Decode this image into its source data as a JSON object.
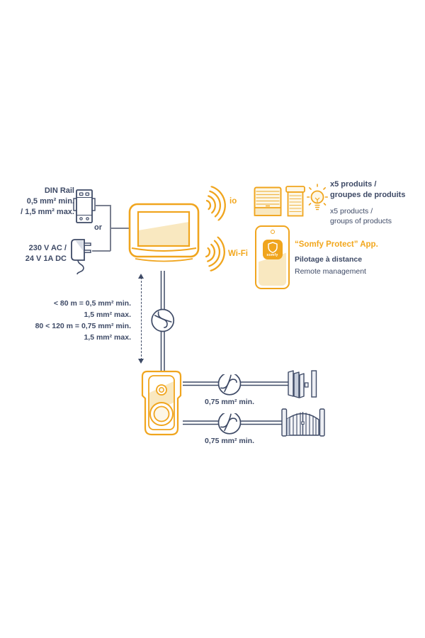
{
  "colors": {
    "navy": "#3e4a66",
    "orange": "#f0a51e",
    "orange_text": "#f2a71d",
    "cream": "#f9e8c0",
    "pale_icon_fill": "#fdf7e7",
    "gray_connector": "#7a8090",
    "gate_fill_light": "#edeff4",
    "gate_fill_shade": "#c7cedc"
  },
  "power": {
    "din": {
      "title": "DIN Rail",
      "spec1": "0,5 mm² min.",
      "spec2": "/ 1,5 mm² max."
    },
    "or_label": "or",
    "mains": {
      "line1": "230 V AC /",
      "line2": "24 V 1A DC"
    }
  },
  "wireless": {
    "io": "io",
    "wifi": "Wi-Fi"
  },
  "products": {
    "fr_line1": "x5 produits /",
    "fr_line2": "groupes de produits",
    "en_line1": "x5 products /",
    "en_line2": "groups of products"
  },
  "app": {
    "title": "“Somfy Protect” App.",
    "subtitle_fr": "Pilotage à distance",
    "subtitle_en": "Remote management",
    "brand": "somfy"
  },
  "bus_cable": {
    "line1": "< 80 m = 0,5 mm² min.",
    "line2": "1,5 mm² max.",
    "line3": "80 < 120 m = 0,75 mm² min.",
    "line4": "1,5 mm² max."
  },
  "wire_runs": {
    "run1_label": "0,75 mm² min.",
    "run2_label": "0,75 mm² min."
  }
}
